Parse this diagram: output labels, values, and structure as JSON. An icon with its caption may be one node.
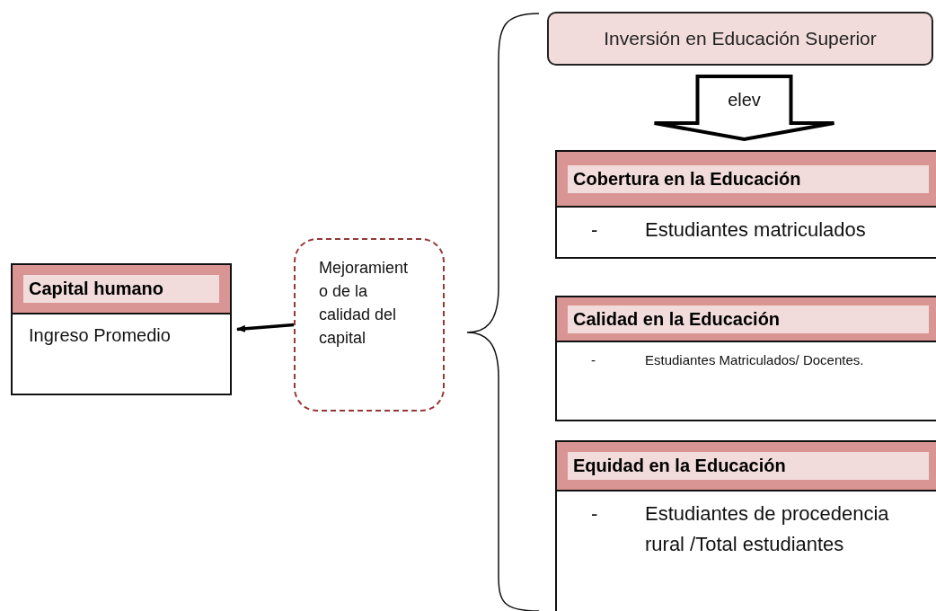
{
  "diagram": {
    "nodes": [
      {
        "text": [
          "Capital humano",
          "Ingreso Promedio"
        ]
      },
      {
        "text": [
          "Mejoramiento de la calidad del capital"
        ]
      },
      {
        "text": [
          "Inversión en Educación Superior"
        ]
      },
      {
        "text": [
          "Cobertura en la Educación",
          "-",
          "Estudiantes matriculados"
        ]
      },
      {
        "text": [
          "Calidad en la Educación",
          "-",
          "Estudiantes Matriculados/ Docentes."
        ]
      },
      {
        "text": [
          "Equidad en la Educación",
          "-",
          "Estudiantes de procedencia rural /Total estudiantes"
        ]
      }
    ],
    "edges": [
      {
        "from": 1,
        "to": 0,
        "arrow": "to"
      },
      {
        "from": 2,
        "to": 3,
        "arrow": "to",
        "label": "elev",
        "style": "thick"
      }
    ]
  }
}
